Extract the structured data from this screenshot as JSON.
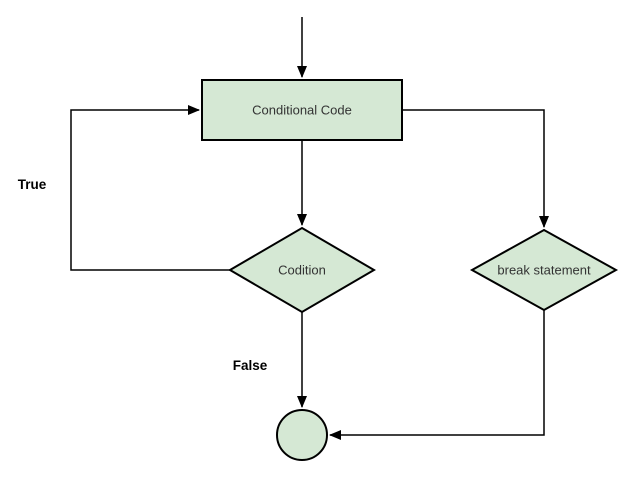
{
  "colors": {
    "background": "#ffffff",
    "node_fill": "#d5e8d4",
    "node_border": "#000000",
    "edge": "#000000",
    "node_label_text": "#333333",
    "edge_label_text": "#000000"
  },
  "nodes": {
    "conditional_code": {
      "label": "Conditional Code",
      "shape": "rectangle"
    },
    "condition": {
      "label": "Codition",
      "shape": "diamond"
    },
    "break_statement": {
      "label": "break statement",
      "shape": "diamond"
    },
    "terminator": {
      "label": "",
      "shape": "circle"
    }
  },
  "edge_labels": {
    "true_label": "True",
    "false_label": "False"
  }
}
